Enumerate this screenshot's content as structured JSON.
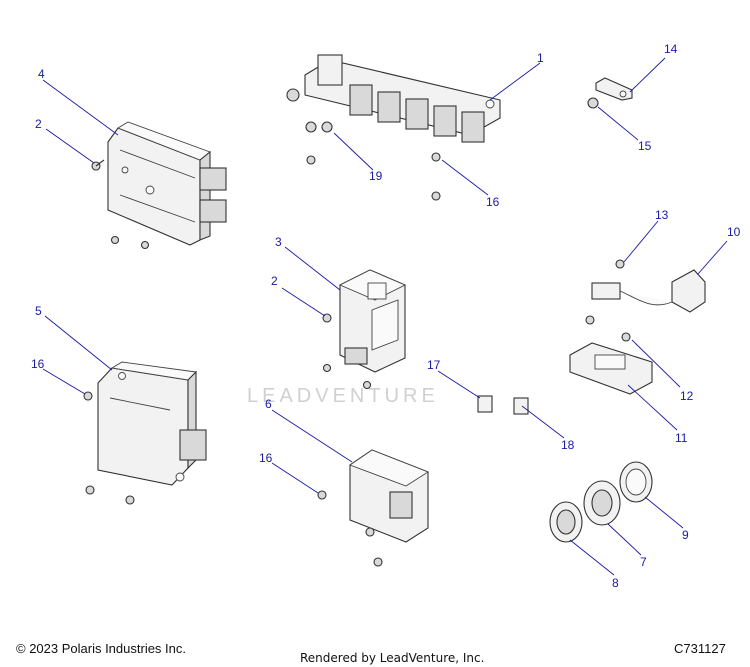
{
  "diagram": {
    "callouts": [
      {
        "id": "c1",
        "label": "1"
      },
      {
        "id": "c2a",
        "label": "2"
      },
      {
        "id": "c2b",
        "label": "2"
      },
      {
        "id": "c3",
        "label": "3"
      },
      {
        "id": "c4",
        "label": "4"
      },
      {
        "id": "c5",
        "label": "5"
      },
      {
        "id": "c6",
        "label": "6"
      },
      {
        "id": "c7",
        "label": "7"
      },
      {
        "id": "c8",
        "label": "8"
      },
      {
        "id": "c9",
        "label": "9"
      },
      {
        "id": "c10",
        "label": "10"
      },
      {
        "id": "c11",
        "label": "11"
      },
      {
        "id": "c12",
        "label": "12"
      },
      {
        "id": "c13",
        "label": "13"
      },
      {
        "id": "c14",
        "label": "14"
      },
      {
        "id": "c15",
        "label": "15"
      },
      {
        "id": "c16a",
        "label": "16"
      },
      {
        "id": "c16b",
        "label": "16"
      },
      {
        "id": "c16c",
        "label": "16"
      },
      {
        "id": "c17",
        "label": "17"
      },
      {
        "id": "c18",
        "label": "18"
      },
      {
        "id": "c19",
        "label": "19"
      }
    ],
    "watermark": "LEADVENTURE"
  },
  "footer": {
    "copyright": "© 2023 Polaris Industries Inc.",
    "rendered_by": "Rendered by LeadVenture, Inc.",
    "code": "C731127"
  }
}
